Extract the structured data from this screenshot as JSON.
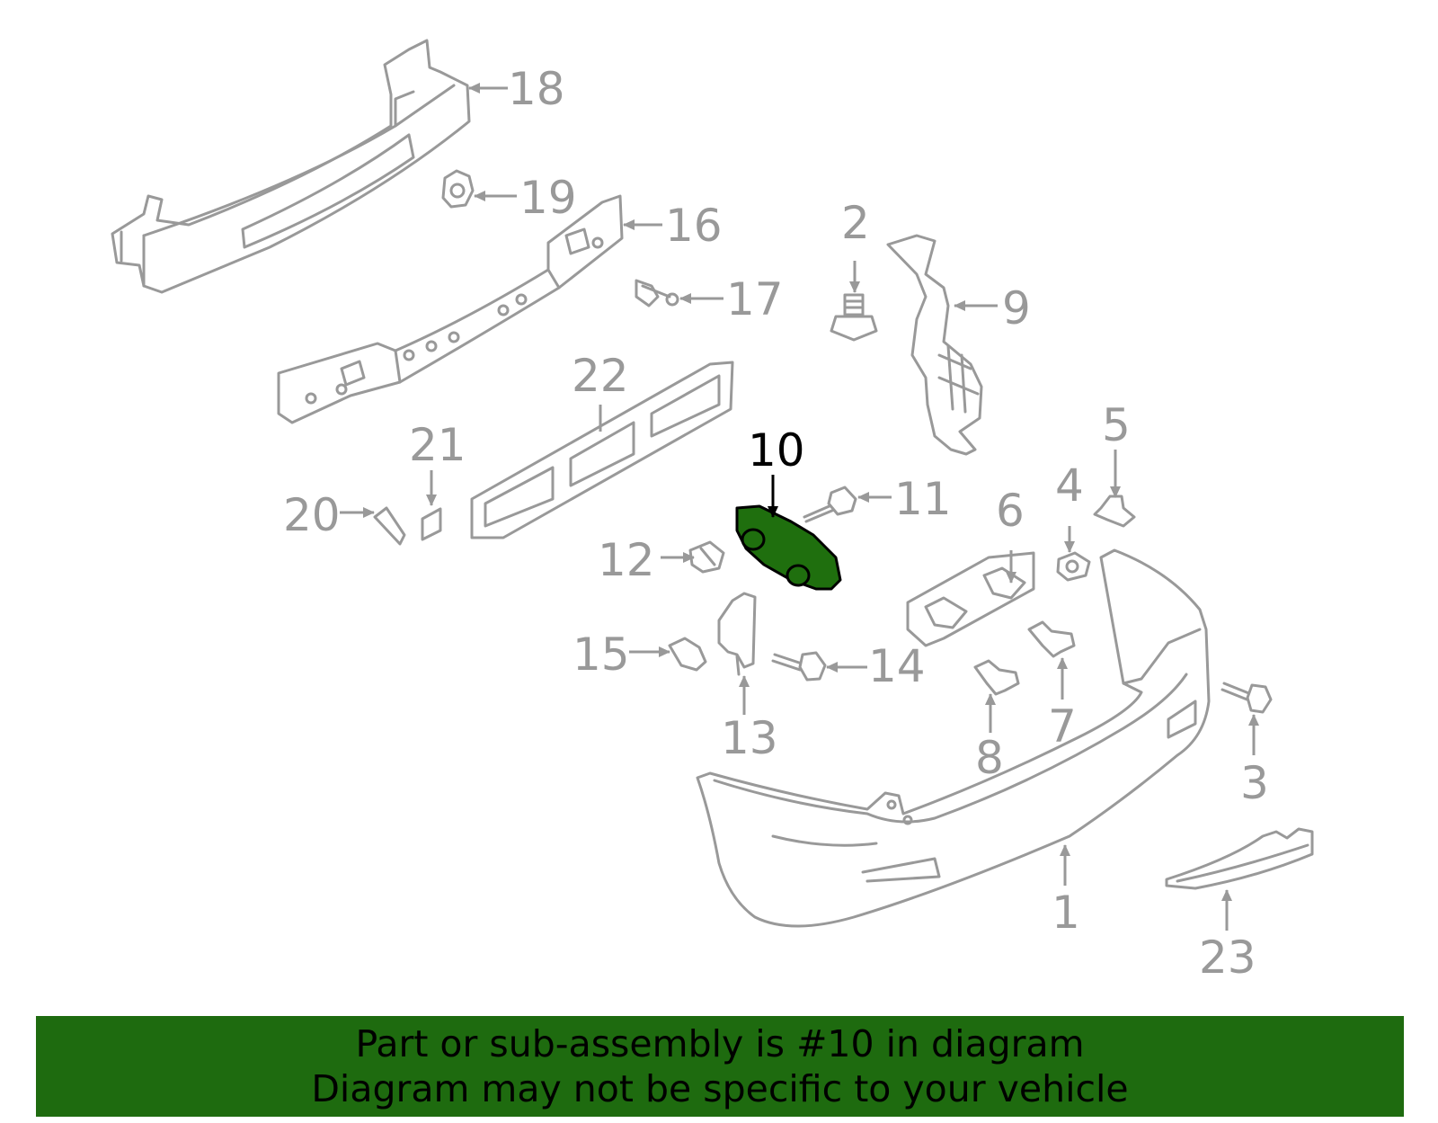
{
  "diagram": {
    "highlighted_part": "10",
    "colors": {
      "part_lines": "#999999",
      "highlight_fill": "#1f6f0e",
      "highlight_label": "#000000",
      "banner": "#1e6b0f"
    },
    "callouts": [
      "1",
      "2",
      "3",
      "4",
      "5",
      "6",
      "7",
      "8",
      "9",
      "10",
      "11",
      "12",
      "13",
      "14",
      "15",
      "16",
      "17",
      "18",
      "19",
      "20",
      "21",
      "22",
      "23"
    ]
  },
  "banner": {
    "line1": "Part or sub-assembly is #10 in diagram",
    "line2": "Diagram may not be specific to your vehicle"
  }
}
